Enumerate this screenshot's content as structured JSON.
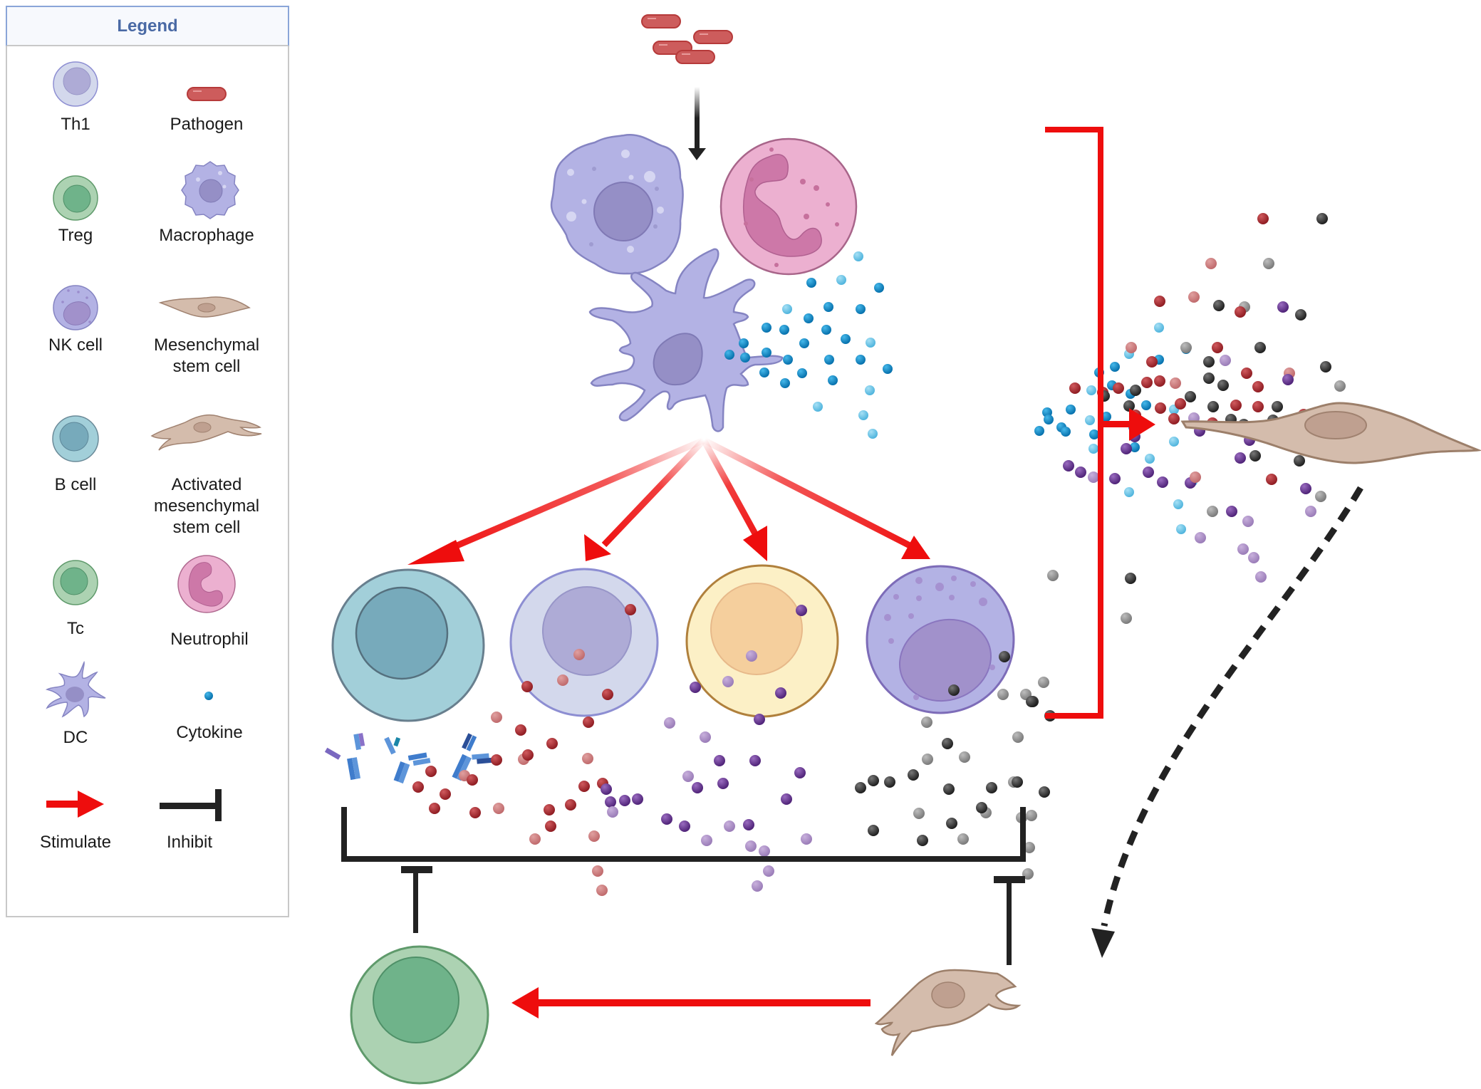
{
  "legend": {
    "title": "Legend",
    "items": [
      {
        "key": "th1",
        "icon": "th1-cell-icon",
        "label": "Th1"
      },
      {
        "key": "pathogen",
        "icon": "pathogen-icon",
        "label": "Pathogen"
      },
      {
        "key": "treg",
        "icon": "treg-cell-icon",
        "label": "Treg"
      },
      {
        "key": "macrophage",
        "icon": "macrophage-icon",
        "label": "Macrophage"
      },
      {
        "key": "nk",
        "icon": "nk-cell-icon",
        "label": "NK cell"
      },
      {
        "key": "msc",
        "icon": "mesenchymal-stem-cell-icon",
        "label_lines": [
          "Mesenchymal",
          "stem cell"
        ]
      },
      {
        "key": "bcell",
        "icon": "b-cell-icon",
        "label": "B cell"
      },
      {
        "key": "amsc",
        "icon": "activated-mesenchymal-stem-cell-icon",
        "label_lines": [
          "Activated",
          "mesenchymal",
          "stem cell"
        ]
      },
      {
        "key": "tc",
        "icon": "tc-cell-icon",
        "label": "Tc"
      },
      {
        "key": "neutrophil",
        "icon": "neutrophil-icon",
        "label": "Neutrophil"
      },
      {
        "key": "dc",
        "icon": "dendritic-cell-icon",
        "label": "DC"
      },
      {
        "key": "cytokine",
        "icon": "cytokine-icon",
        "label": "Cytokine"
      },
      {
        "key": "stimulate",
        "icon": "stimulate-arrow-icon",
        "label": "Stimulate"
      },
      {
        "key": "inhibit",
        "icon": "inhibit-bar-icon",
        "label": "Inhibit"
      }
    ]
  },
  "colors": {
    "stimulate": "#ee0d0d",
    "inhibit": "#222222",
    "pathogen": "#cd5c5c",
    "th1_outer": "#d3d8ec",
    "th1_inner": "#aeabd6",
    "treg_outer": "#acd2b2",
    "treg_inner": "#6fb38a",
    "nk_outer": "#b3b2e4",
    "nk_inner": "#a191cb",
    "bcell_outer": "#a2cfd9",
    "bcell_inner": "#77aabb",
    "tc_outer": "#fcf0c6",
    "tc_inner": "#f5cf9d",
    "macrophage": "#b3b2e4",
    "neutrophil": "#ecb0d0",
    "msc": "#d4bcac",
    "cytokine": "#0b8fcc",
    "cytokine_light": "#6ac6e8",
    "factor_red": "#a32328",
    "factor_purple": "#6a3393",
    "factor_black": "#3a3a3a"
  },
  "diagram": {
    "nodes": [
      {
        "id": "pathogens",
        "type": "pathogen",
        "count": 4
      },
      {
        "id": "macrophage",
        "type": "macrophage"
      },
      {
        "id": "neutrophil",
        "type": "neutrophil"
      },
      {
        "id": "dendritic-cell",
        "type": "dc"
      },
      {
        "id": "b-cell",
        "type": "bcell",
        "secretes": "antibodies"
      },
      {
        "id": "th1-cell",
        "type": "th1",
        "secretes": "red factors"
      },
      {
        "id": "tc-cell",
        "type": "tc",
        "secretes": "purple factors"
      },
      {
        "id": "nk-cell",
        "type": "nk",
        "secretes": "black factors"
      },
      {
        "id": "resting-msc",
        "type": "msc"
      },
      {
        "id": "activated-msc",
        "type": "amsc"
      },
      {
        "id": "treg-cell",
        "type": "treg"
      }
    ],
    "edges": [
      {
        "from": "pathogens",
        "to": "innate-cells",
        "kind": "activation"
      },
      {
        "from": "dendritic-cell",
        "to": "b-cell",
        "kind": "stimulate"
      },
      {
        "from": "dendritic-cell",
        "to": "th1-cell",
        "kind": "stimulate"
      },
      {
        "from": "dendritic-cell",
        "to": "tc-cell",
        "kind": "stimulate"
      },
      {
        "from": "dendritic-cell",
        "to": "nk-cell",
        "kind": "stimulate"
      },
      {
        "from": "immune-milieu",
        "to": "resting-msc",
        "kind": "stimulate"
      },
      {
        "from": "resting-msc",
        "to": "activated-msc",
        "kind": "transition"
      },
      {
        "from": "activated-msc",
        "to": "treg-cell",
        "kind": "stimulate"
      },
      {
        "from": "treg-cell",
        "to": "effector-cells",
        "kind": "inhibit"
      },
      {
        "from": "activated-msc",
        "to": "effector-cells",
        "kind": "inhibit"
      }
    ]
  }
}
